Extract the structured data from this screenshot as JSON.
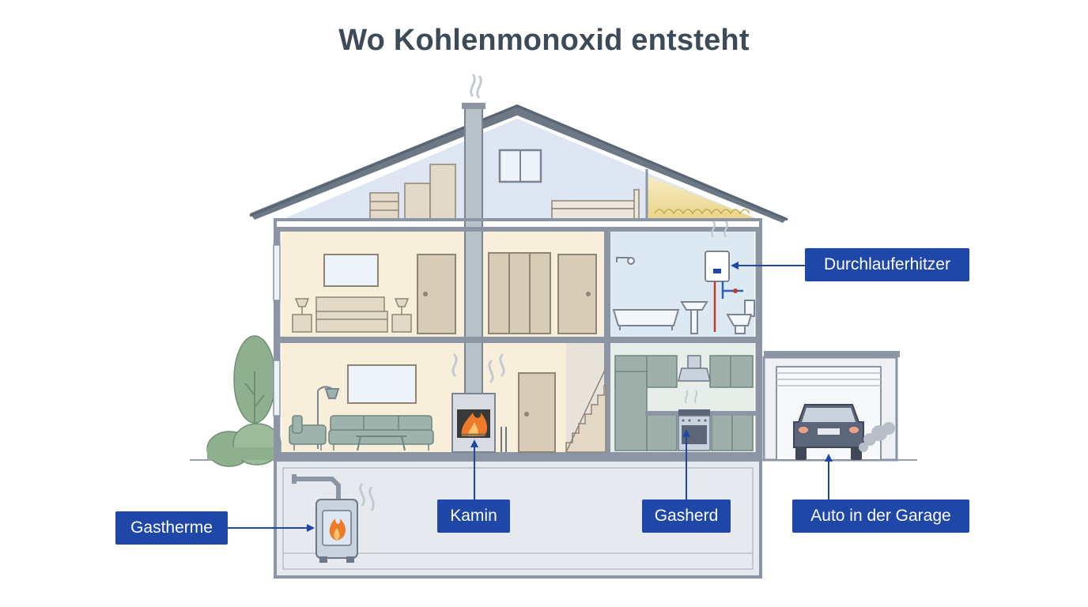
{
  "title": "Wo Kohlenmonoxid entsteht",
  "labels": {
    "durchlauferhitzer": "Durchlauferhitzer",
    "gastherme": "Gastherme",
    "kamin": "Kamin",
    "gasherd": "Gasherd",
    "auto": "Auto in der Garage"
  },
  "colors": {
    "label_bg": "#1f47a8",
    "arrow": "#1f47a8",
    "title": "#3d4a57",
    "wall": "#8b95a3",
    "roof": "#6c7886",
    "attic": "#dde6f2",
    "room_warm": "#f7efd9",
    "room_cool": "#dde9f2",
    "basement": "#e6e9ee",
    "furniture": "#cfc5b4",
    "sofa": "#9fb3ad",
    "kitchen": "#9fb0aa",
    "fire": "#ee7a2c",
    "car": "#5b6779",
    "tree": "#8fb08f"
  }
}
